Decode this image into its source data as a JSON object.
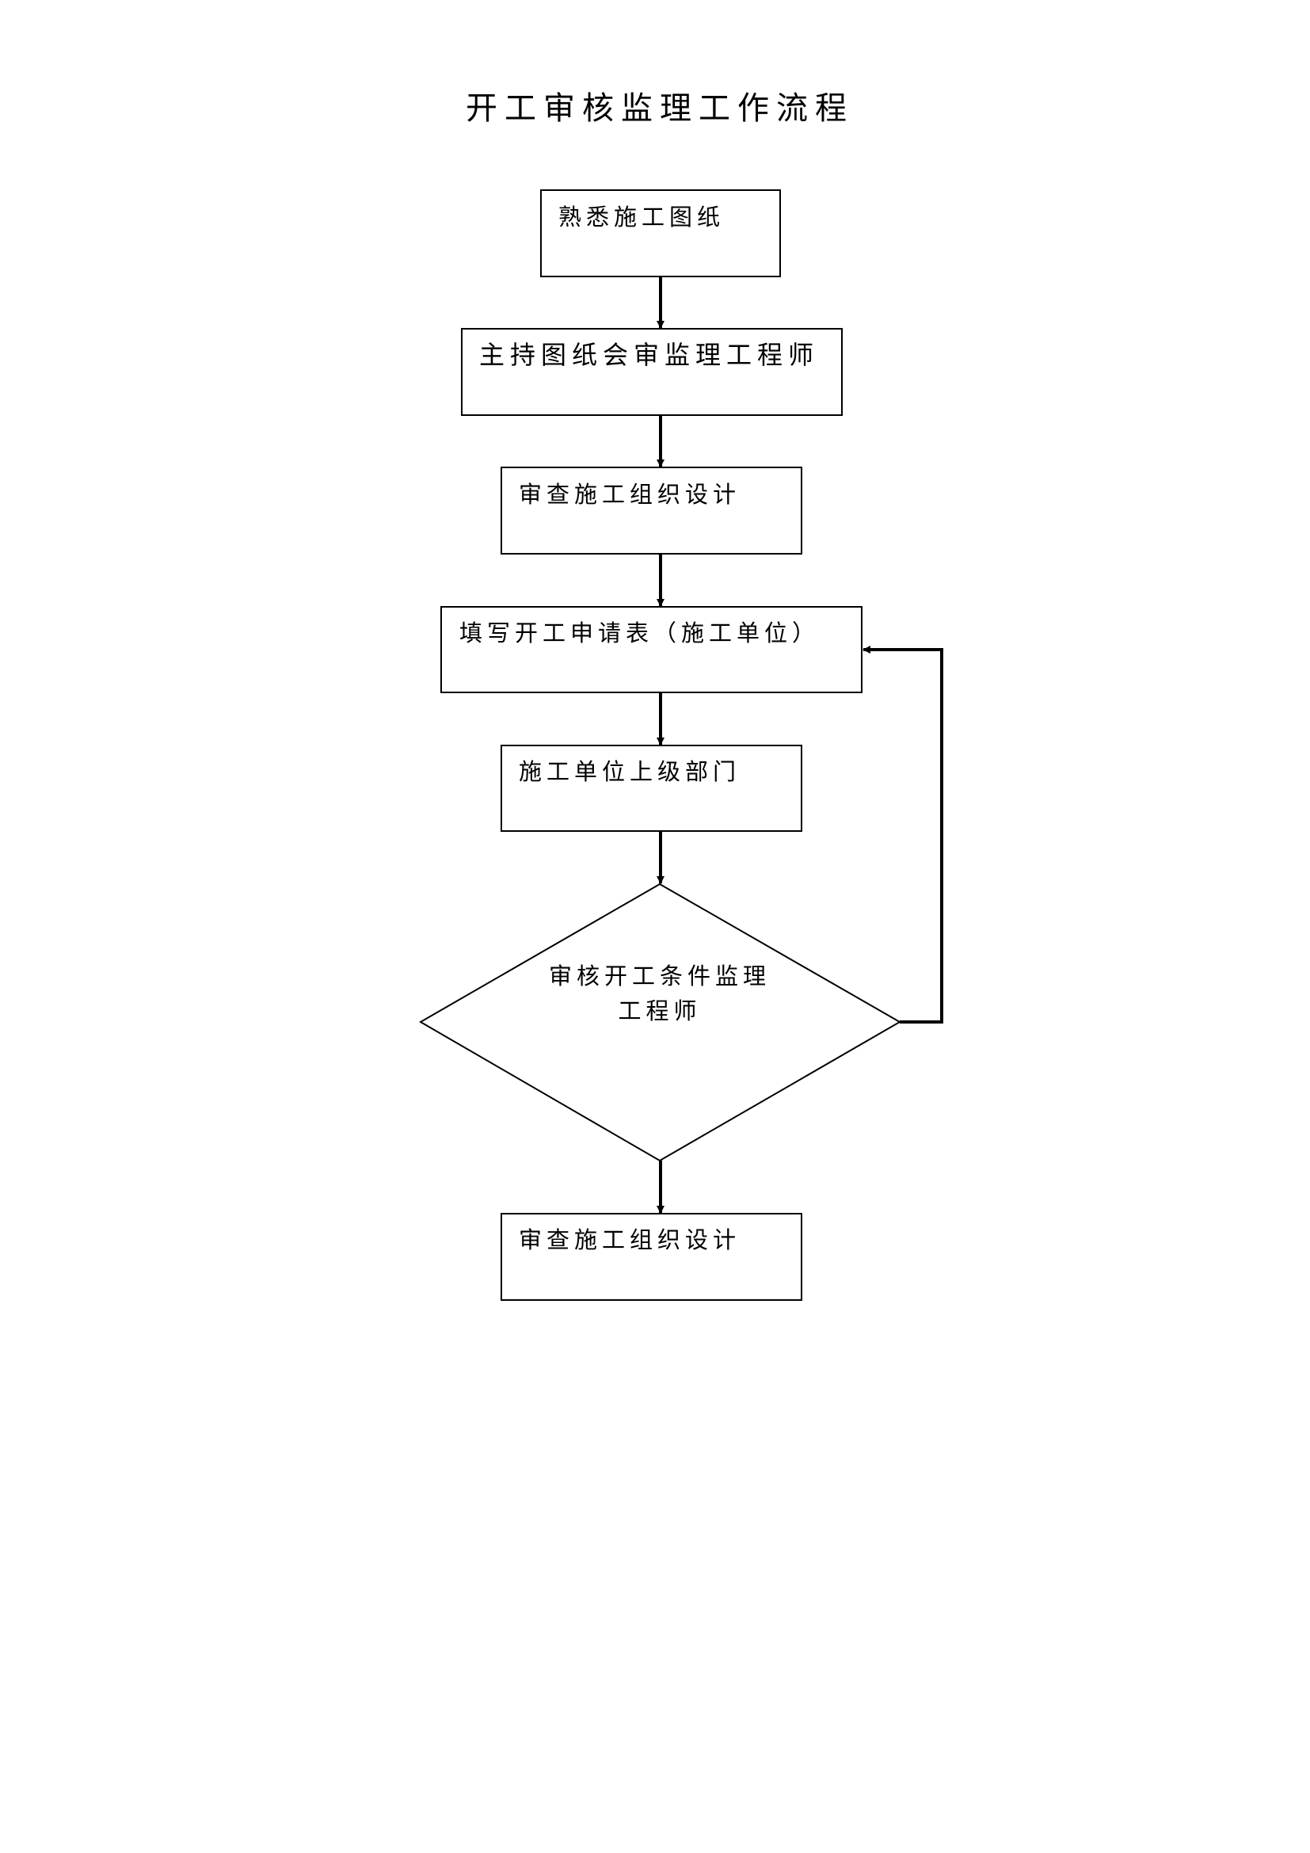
{
  "title": "开工审核监理工作流程",
  "nodes": {
    "n1": {
      "label": "熟悉施工图纸",
      "shape": "rect"
    },
    "n2": {
      "label": "主持图纸会审监理工程师",
      "shape": "rect"
    },
    "n3": {
      "label": "审查施工组织设计",
      "shape": "rect"
    },
    "n4": {
      "label": "填写开工申请表（施工单位）",
      "shape": "rect"
    },
    "n5": {
      "label": "施工单位上级部门",
      "shape": "rect"
    },
    "n6": {
      "label_line1": "审核开工条件监理",
      "label_line2": "工程师",
      "shape": "diamond"
    },
    "n7": {
      "label": "审查施工组织设计",
      "shape": "rect"
    }
  },
  "edges": [
    {
      "from": "n1",
      "to": "n2"
    },
    {
      "from": "n2",
      "to": "n3"
    },
    {
      "from": "n3",
      "to": "n4"
    },
    {
      "from": "n4",
      "to": "n5"
    },
    {
      "from": "n5",
      "to": "n6"
    },
    {
      "from": "n6",
      "to": "n4",
      "style": "loop-back"
    },
    {
      "from": "n6",
      "to": "n7"
    }
  ],
  "colors": {
    "stroke": "#000000",
    "background": "#ffffff"
  }
}
